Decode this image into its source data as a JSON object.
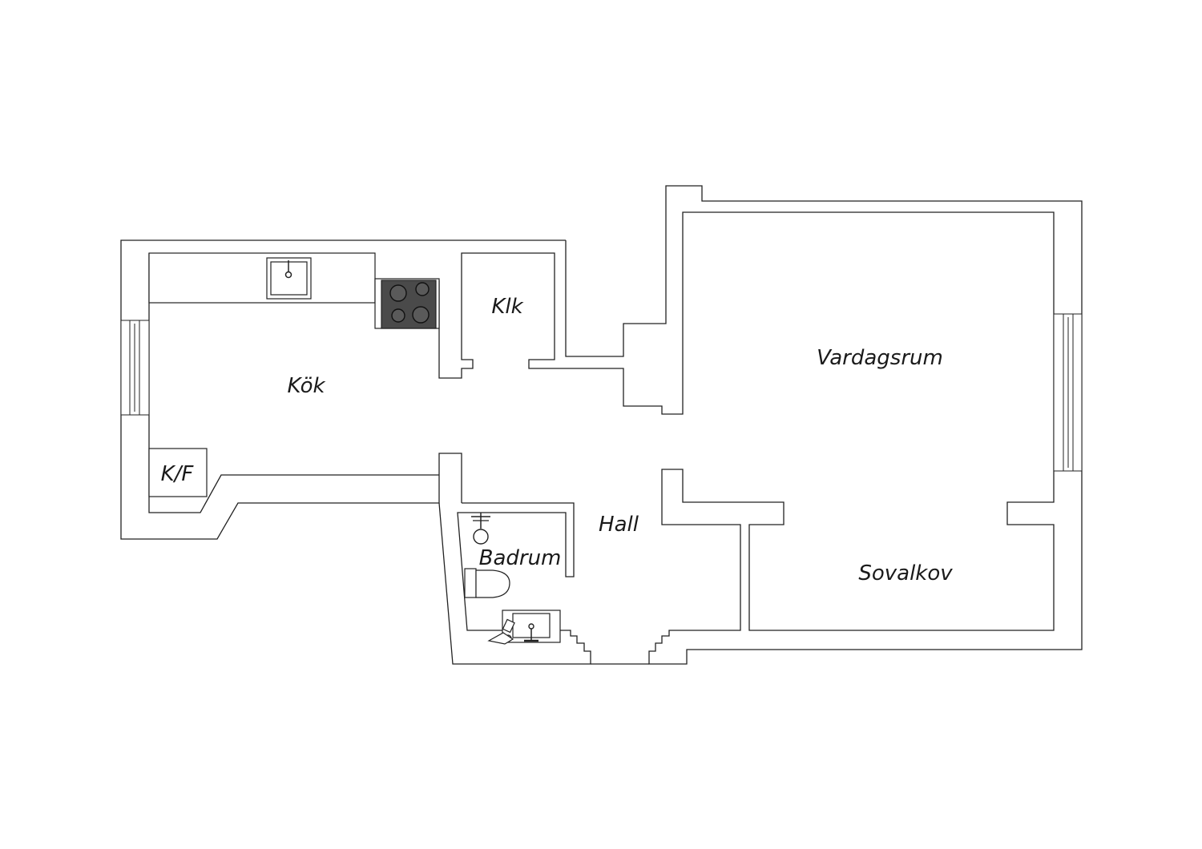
{
  "rooms": {
    "kok": "Kök",
    "klk": "Klk",
    "kf": "K/F",
    "vardagsrum": "Vardagsrum",
    "hall": "Hall",
    "badrum": "Badrum",
    "sovalkov": "Sovalkov"
  },
  "fixtures": [
    "sink-icon",
    "stove-icon",
    "toilet-icon",
    "shower-icon",
    "washbasin-icon",
    "window-icon"
  ],
  "colors": {
    "line": "#222222",
    "stove": "#4a4a4a",
    "background": "#ffffff"
  }
}
